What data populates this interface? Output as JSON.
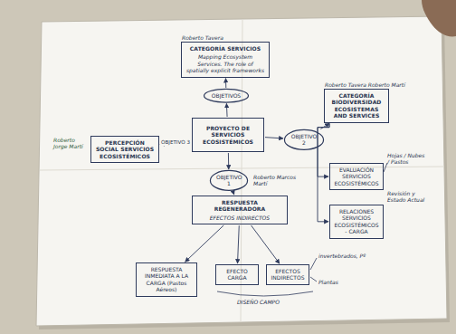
{
  "diagram": {
    "nodes": [
      {
        "text": [
          "Roberto Tavera",
          "CATEGORÍA SERVICIOS",
          "Mapping Ecosystem Services. The role of spatially explicit frameworks"
        ]
      },
      {
        "text": [
          "OBJETIVOS"
        ]
      },
      {
        "text": [
          "Roberto Tavera Roberto Martí",
          "CATEGORÍA BIODIVERSIDAD ECOSISTEMAS AND SERVICES"
        ]
      },
      {
        "text": [
          "Roberto Jorge Martí",
          "PERCEPCIÓN SOCIAL SERVICIOS ECOSISTÉMICOS"
        ]
      },
      {
        "text": [
          "PROYECTO DE SERVICIOS ECOSISTÉMICOS"
        ]
      },
      {
        "text": [
          "OBJETIVO 2"
        ]
      },
      {
        "text": [
          "EVALUACIÓN SERVICIOS ECOSISTÉMICOS"
        ]
      },
      {
        "text": [
          "RELACIONES SERVICIOS ECOSISTÉMICOS - CARGA"
        ]
      },
      {
        "text": [
          "OBJETIVO 1"
        ]
      },
      {
        "text": [
          "RESPUESTA REGENERADORA",
          "EFECTOS INDIRECTOS"
        ]
      },
      {
        "text": [
          "RESPUESTA INMEDIATA A LA CARGA (Pastos Aéreos)"
        ]
      },
      {
        "text": [
          "EFECTO CARGA"
        ]
      },
      {
        "text": [
          "EFECTOS INDIRECTOS"
        ]
      }
    ],
    "edges": [
      {
        "from": 4,
        "to": 1,
        "arrow": "to"
      },
      {
        "from": 1,
        "to": 0,
        "arrow": "to"
      },
      {
        "from": 4,
        "to": 3,
        "label": "OBJETIVO 3",
        "arrow": "to"
      },
      {
        "from": 4,
        "to": 5,
        "arrow": "to"
      },
      {
        "from": 5,
        "to": 2,
        "arrow": "to"
      },
      {
        "from": 2,
        "to": 6,
        "arrow": "to"
      },
      {
        "from": 2,
        "to": 7,
        "arrow": "to"
      },
      {
        "from": 4,
        "to": 8,
        "arrow": "to"
      },
      {
        "from": 8,
        "to": 9,
        "arrow": "to"
      },
      {
        "from": 9,
        "to": 10,
        "arrow": "to"
      },
      {
        "from": 9,
        "to": 11,
        "arrow": "to"
      },
      {
        "from": 9,
        "to": 12,
        "arrow": "to"
      }
    ],
    "labels": [
      "Hojas / Nubes / Pastos",
      "Revisión y Estado Actual",
      "Roberto Marcos Martí",
      "invertebrados, Pº",
      "Plantas",
      "DISEÑO CAMPO"
    ]
  }
}
